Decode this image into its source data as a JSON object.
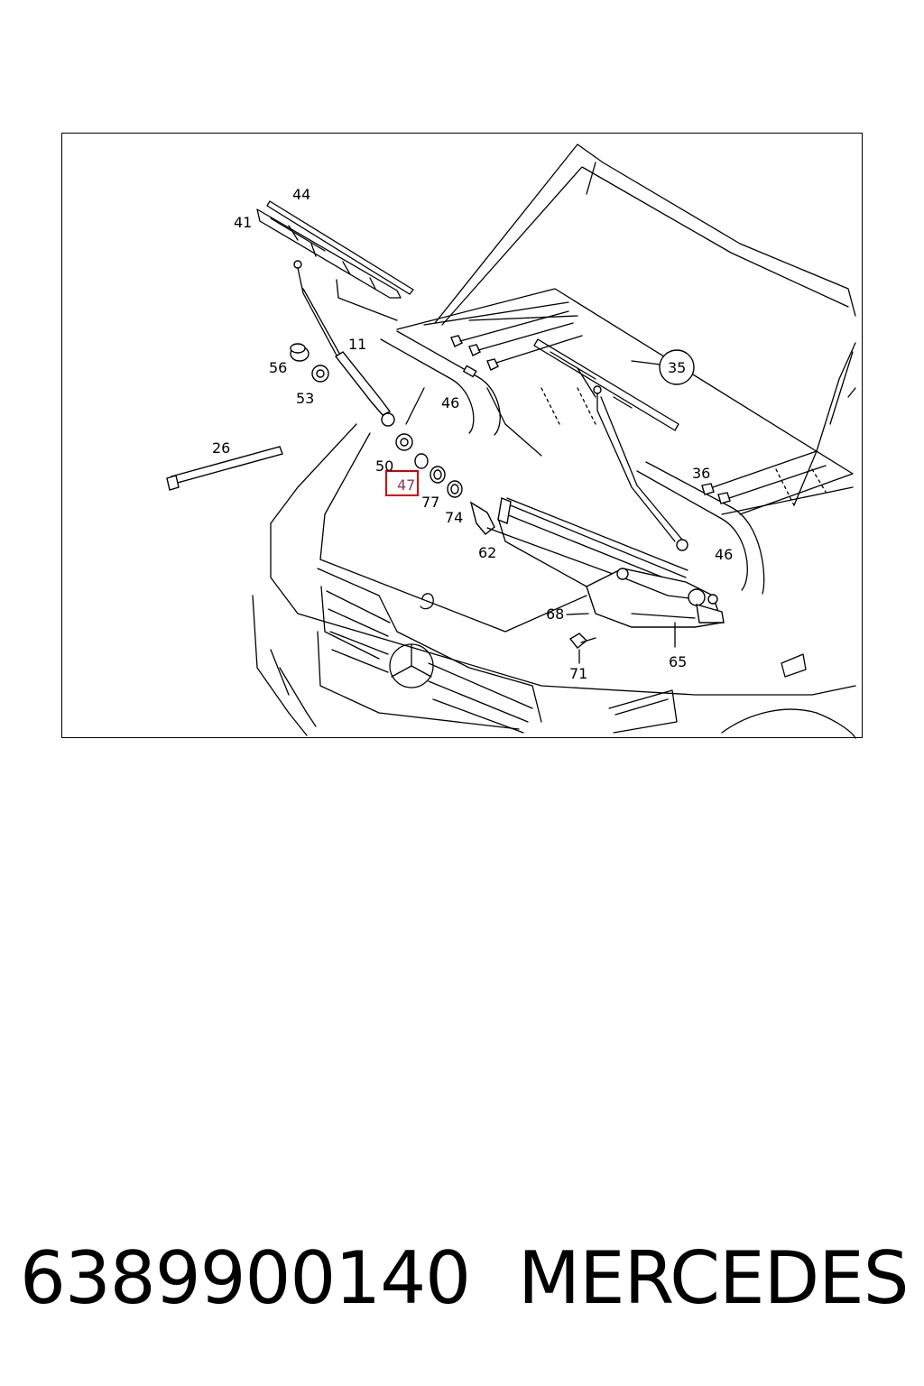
{
  "diagram": {
    "callouts": {
      "c44": "44",
      "c41": "41",
      "c11": "11",
      "c56": "56",
      "c53": "53",
      "c46a": "46",
      "c35": "35",
      "c26": "26",
      "c50": "50",
      "c47": "47",
      "c77": "77",
      "c74": "74",
      "c62": "62",
      "c36": "36",
      "c46b": "46",
      "c68": "68",
      "c65": "65",
      "c71": "71"
    },
    "highlighted_callout": "47",
    "highlight_color": "#d40000"
  },
  "footer": {
    "part_number": "6389900140",
    "brand": "MERCEDES"
  }
}
